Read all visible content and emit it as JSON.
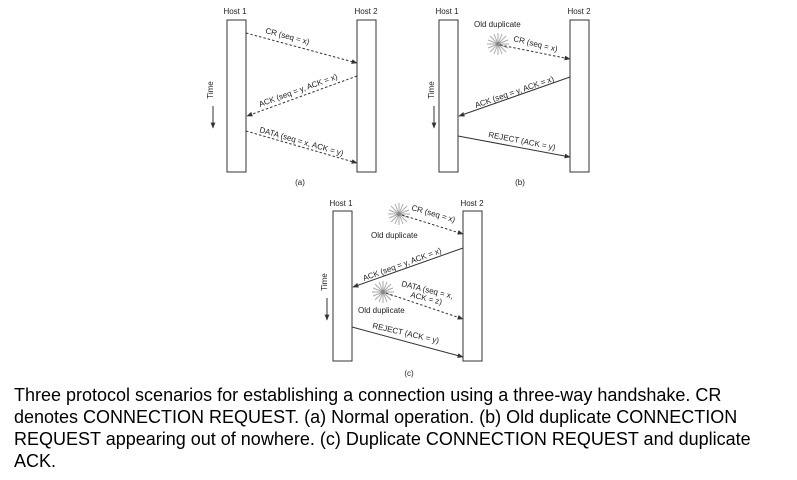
{
  "panels": [
    {
      "id": "a",
      "label": "(a)",
      "host1": "Host 1",
      "host2": "Host 2",
      "time_label": "Time",
      "messages": [
        {
          "text": "CR (seq = x)",
          "style": "dashed",
          "direction": "h1-to-h2"
        },
        {
          "text": "ACK (seq = y, ACK = x)",
          "style": "dashed",
          "direction": "h2-to-h1"
        },
        {
          "text": "DATA (seq = x, ACK = y)",
          "style": "dashed",
          "direction": "h1-to-h2"
        }
      ],
      "notes": []
    },
    {
      "id": "b",
      "label": "(b)",
      "host1": "Host 1",
      "host2": "Host 2",
      "time_label": "Time",
      "messages": [
        {
          "text": "CR (seq = x)",
          "style": "dashed",
          "direction": "h1-to-h2"
        },
        {
          "text": "ACK (seq = y, ACK = x)",
          "style": "solid",
          "direction": "h2-to-h1"
        },
        {
          "text": "REJECT (ACK = y)",
          "style": "solid",
          "direction": "h1-to-h2"
        }
      ],
      "notes": [
        "Old duplicate"
      ]
    },
    {
      "id": "c",
      "label": "(c)",
      "host1": "Host 1",
      "host2": "Host 2",
      "time_label": "Time",
      "messages": [
        {
          "text": "CR (seq = x)",
          "style": "dashed",
          "direction": "h1-to-h2"
        },
        {
          "text": "ACK (seq = y, ACK = x)",
          "style": "solid",
          "direction": "h2-to-h1"
        },
        {
          "text_line1": "DATA (seq = x,",
          "text_line2": "ACK = z)",
          "style": "dashed",
          "direction": "h1-to-h2"
        },
        {
          "text": "REJECT (ACK = y)",
          "style": "solid",
          "direction": "h1-to-h2"
        }
      ],
      "notes": [
        "Old duplicate",
        "Old duplicate"
      ]
    }
  ],
  "caption": "Three protocol scenarios for establishing a connection using a three-way handshake. CR denotes CONNECTION REQUEST. (a) Normal operation. (b) Old duplicate CONNECTION REQUEST appearing out of nowhere. (c) Duplicate CONNECTION REQUEST and duplicate ACK."
}
